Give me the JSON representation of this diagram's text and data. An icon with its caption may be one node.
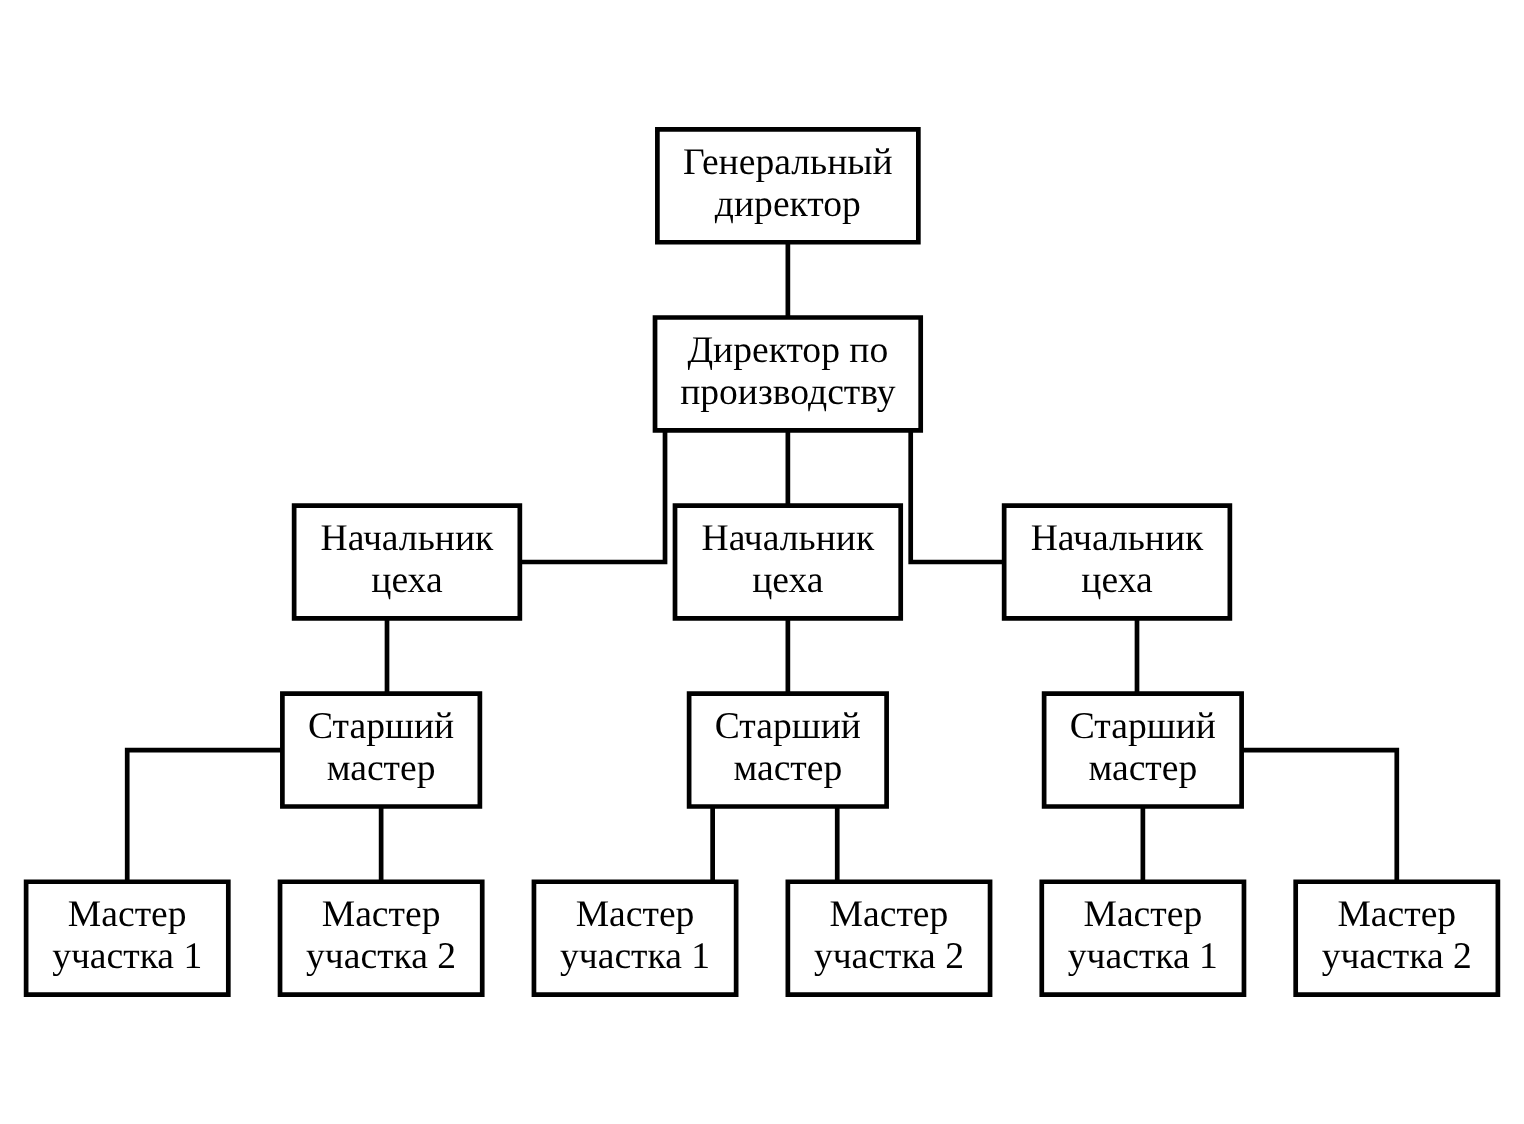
{
  "diagram": {
    "nodes": [
      {
        "text": [
          "Генеральный директор"
        ]
      },
      {
        "text": [
          "Директор по производству"
        ]
      },
      {
        "text": [
          "Начальник цеха"
        ]
      },
      {
        "text": [
          "Начальник цеха"
        ]
      },
      {
        "text": [
          "Начальник цеха"
        ]
      },
      {
        "text": [
          "Старший мастер"
        ]
      },
      {
        "text": [
          "Старший мастер"
        ]
      },
      {
        "text": [
          "Старший мастер"
        ]
      },
      {
        "text": [
          "Мастер участка 1"
        ]
      },
      {
        "text": [
          "Мастер участка 2"
        ]
      },
      {
        "text": [
          "Мастер участка 1"
        ]
      },
      {
        "text": [
          "Мастер участка 2"
        ]
      },
      {
        "text": [
          "Мастер участка 1"
        ]
      },
      {
        "text": [
          "Мастер участка 2"
        ]
      }
    ],
    "edges": [
      {
        "from": 0,
        "to": 1,
        "arrow": "none"
      },
      {
        "from": 1,
        "to": 2,
        "arrow": "none"
      },
      {
        "from": 1,
        "to": 3,
        "arrow": "none"
      },
      {
        "from": 1,
        "to": 4,
        "arrow": "none"
      },
      {
        "from": 2,
        "to": 5,
        "arrow": "none"
      },
      {
        "from": 3,
        "to": 6,
        "arrow": "none"
      },
      {
        "from": 4,
        "to": 7,
        "arrow": "none"
      },
      {
        "from": 5,
        "to": 8,
        "arrow": "none"
      },
      {
        "from": 5,
        "to": 9,
        "arrow": "none"
      },
      {
        "from": 6,
        "to": 10,
        "arrow": "none"
      },
      {
        "from": 6,
        "to": 11,
        "arrow": "none"
      },
      {
        "from": 7,
        "to": 12,
        "arrow": "none"
      },
      {
        "from": 7,
        "to": 13,
        "arrow": "none"
      }
    ]
  }
}
